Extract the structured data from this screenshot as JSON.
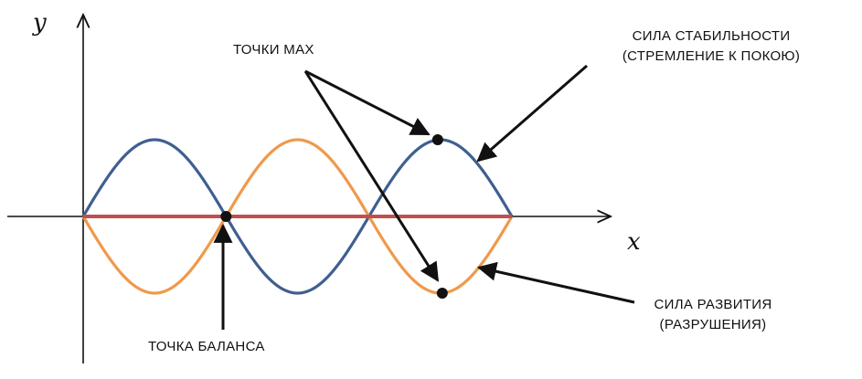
{
  "axes": {
    "x_label": "x",
    "y_label": "y"
  },
  "labels": {
    "max_points": "ТОЧКИ MAX",
    "stability_line1": "СИЛА СТАБИЛЬНОСТИ",
    "stability_line2": "(СТРЕМЛЕНИЕ К ПОКОЮ)",
    "development_line1": "СИЛА РАЗВИТИЯ",
    "development_line2": "(РАЗРУШЕНИЯ)",
    "balance_point": "ТОЧКА БАЛАНСА"
  },
  "curves": {
    "periods": 1.5,
    "stability": {
      "amplitude": 1,
      "color": "#3f5f8f"
    },
    "development": {
      "amplitude": -1,
      "color": "#f0994a"
    },
    "baseline": {
      "color": "#c0504d"
    }
  },
  "colors": {
    "axis": "#111111",
    "point": "#111111"
  }
}
